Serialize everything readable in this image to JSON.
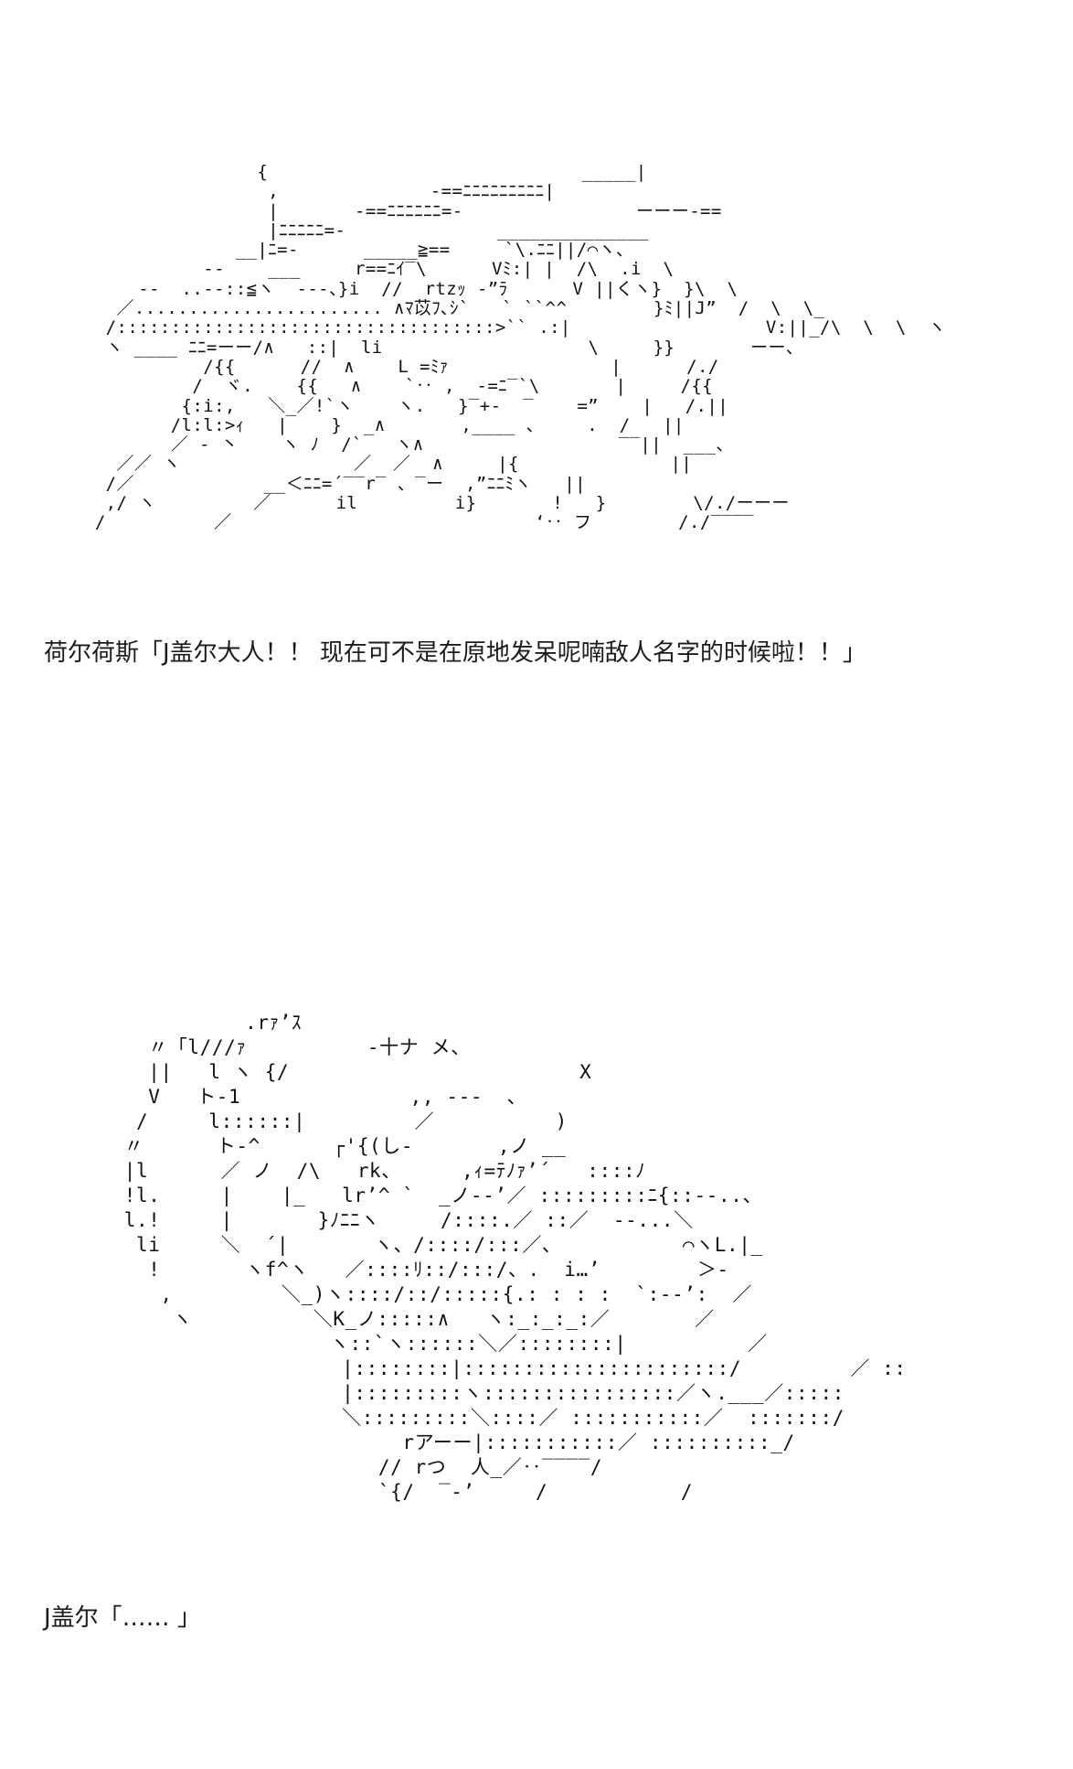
{
  "scene1": {
    "ascii_art": "                {                             _____|\n                 ,              -==ﾆﾆﾆﾆﾆﾆﾆﾆﾆ|\n                 |       -==ﾆﾆﾆﾆﾆﾆ=-                ーーー-==\n                 |ﾆﾆﾆﾆﾆ=-              ______________\n              __|ﾆ=-      _____≧==     `\\.ﾆﾆ||/⌒ヽ、\n           --    ___     r==ﾆｲ‾\\      Vﾐ:| |  /\\  .i  \\\n     --  ..--::≦ヽ  ---、}i  //  rtzｯ -”ﾗ      V ||くヽ}  }\\  \\\n   ／....................... ∧ﾏ苡ﾌ､ｼ`   ` ``^^        }ﾐ||J”  /  \\  \\_\n  /:::::::::::::::::::::::::::::::::::>`` .:|                  V:||_/\\  \\  \\  ヽ\n  ヽ ____ ﾆﾆ=ーー/∧   ::|  li                   \\     }}       ーー、\n           /{{      //  ∧    L =ﾐｧ               |      /./\n          /  ヾ.    {{   ∧    `‥ ,  -=ﾆ‾`\\       |     /{{\n         {:i:,   ＼_／!`ヽ    ヽ.   }‾+-  ‾    =”    |   /.||\n        /l:l:>ｨ   |    }  _∧       ,____ 、    .  /   ||\n        ／ ‐ 丶    ヽ ﾉ  /`   ヽ∧                  ‾‾||  ___、\n   ／／ ヽ                ／  ／  ∧     |{              ||\n  /／            __＜ﾆﾆ=´‾‾r‾ 、‾ー  ,”ﾆﾆﾐヽ   ||\n  ,/ ヽ         ／      il         i}       !   }        \\/./ーーー\n /          ／                            ‘‥ フ        /./‾‾‾‾",
    "caption": "荷尔荷斯「J盖尔大人！！ 现在可不是在原地发呆呢喃敌人名字的时候啦！！」"
  },
  "scene2": {
    "ascii_art": "             .rｧ’ｽ\n     〃「l///ｧ          ‐十ナ メ、\n     ||   l ヽ {/                        X\n     V   ト‐1              ,, ‐‐‐  、\n    /     l::::::|         ／          )\n   〃      ト‐^      ┌'{(し‐       ,ノ __\n   |l      ／ ノ  /\\   rk、     ,ｨ=ﾃﾉｧ’´   ::::ﾉ\n   !l.     |    |_   lr’^ `  _ノ‐‐’／ :::::::::ﾆ{::‐‐..、\n   l.!     |       }ﾉﾆﾆヽ     /::::.／ ::／  ‐‐...＼\n    li     ＼  ´|       ヽ、/::::/:::／、          ⌒ヽL.|_\n     !       ヽf^ヽ   ／::::ﾘ::/:::/、.  i…’        ＞‐\n      ,         ＼_)ヽ::::/::/:::::{.: : : :  `:‐‐’:  ／\n       ヽ          ＼K_ノ:::::∧   ヽ:_:_:_:／       ／\n                    ヽ::`ヽ::::::＼／::::::::|          ／\n                     |::::::::|::::::::::::::::::::::/         ／ ::\n                     |:::::::::ヽ::::::::::::::::／ヽ.___／:::::\n                     ＼:::::::::＼::::／ :::::::::::／  :::::::/\n                          rアーー|:::::::::::／ ::::::::::_/\n                        // rつ  人_／‥‾‾‾‾/\n                        `{/  ‾-’     /           /",
    "caption": "J盖尔「…… 」"
  }
}
